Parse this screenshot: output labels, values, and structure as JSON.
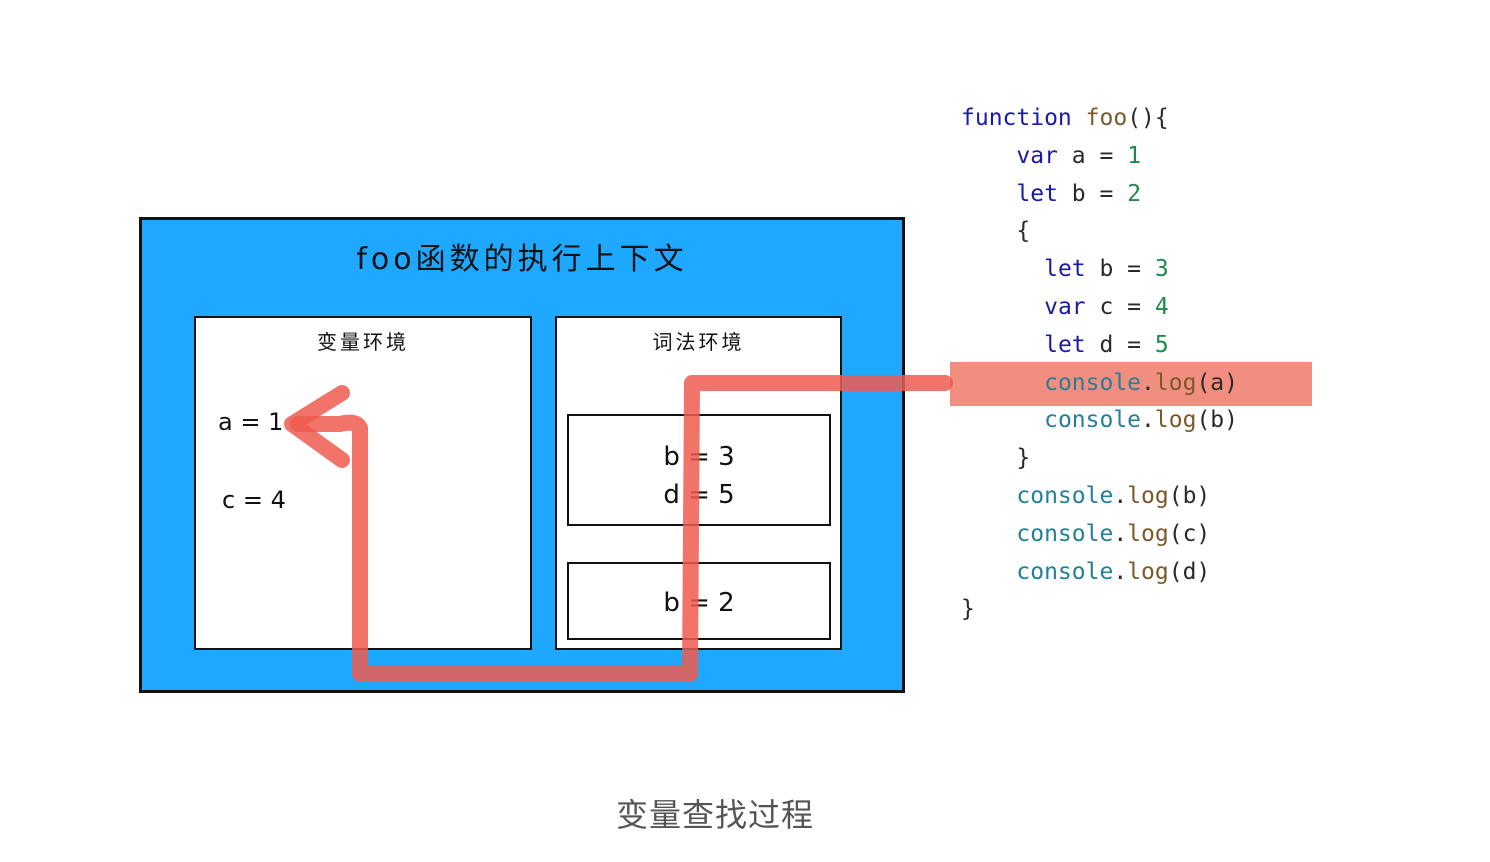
{
  "context": {
    "title": "foo函数的执行上下文",
    "variable_env": {
      "title": "变量环境",
      "vars": [
        "a = 1",
        "c = 4"
      ]
    },
    "lexical_env": {
      "title": "词法环境",
      "blocks": [
        [
          "b = 3",
          "d = 5"
        ],
        [
          "b = 2"
        ]
      ]
    }
  },
  "code": {
    "lines": [
      {
        "indent": "",
        "tokens": [
          {
            "t": "kw",
            "v": "function"
          },
          {
            "t": "p",
            "v": " "
          },
          {
            "t": "fn",
            "v": "foo"
          },
          {
            "t": "p",
            "v": "(){"
          }
        ]
      },
      {
        "indent": "    ",
        "tokens": [
          {
            "t": "kw",
            "v": "var"
          },
          {
            "t": "p",
            "v": " a = "
          },
          {
            "t": "num",
            "v": "1"
          }
        ]
      },
      {
        "indent": "    ",
        "tokens": [
          {
            "t": "kw",
            "v": "let"
          },
          {
            "t": "p",
            "v": " b = "
          },
          {
            "t": "num",
            "v": "2"
          }
        ]
      },
      {
        "indent": "    ",
        "tokens": [
          {
            "t": "p",
            "v": "{"
          }
        ]
      },
      {
        "indent": "      ",
        "tokens": [
          {
            "t": "kw",
            "v": "let"
          },
          {
            "t": "p",
            "v": " b = "
          },
          {
            "t": "num",
            "v": "3"
          }
        ]
      },
      {
        "indent": "      ",
        "tokens": [
          {
            "t": "kw",
            "v": "var"
          },
          {
            "t": "p",
            "v": " c = "
          },
          {
            "t": "num",
            "v": "4"
          }
        ]
      },
      {
        "indent": "      ",
        "tokens": [
          {
            "t": "kw",
            "v": "let"
          },
          {
            "t": "p",
            "v": " d = "
          },
          {
            "t": "num",
            "v": "5"
          }
        ]
      },
      {
        "indent": "      ",
        "tokens": [
          {
            "t": "obj",
            "v": "console"
          },
          {
            "t": "p",
            "v": "."
          },
          {
            "t": "mth",
            "v": "log"
          },
          {
            "t": "p",
            "v": "(a)"
          }
        ]
      },
      {
        "indent": "      ",
        "tokens": [
          {
            "t": "obj",
            "v": "console"
          },
          {
            "t": "p",
            "v": "."
          },
          {
            "t": "mth",
            "v": "log"
          },
          {
            "t": "p",
            "v": "(b)"
          }
        ]
      },
      {
        "indent": "    ",
        "tokens": [
          {
            "t": "p",
            "v": "}"
          }
        ]
      },
      {
        "indent": "    ",
        "tokens": [
          {
            "t": "obj",
            "v": "console"
          },
          {
            "t": "p",
            "v": "."
          },
          {
            "t": "mth",
            "v": "log"
          },
          {
            "t": "p",
            "v": "(b)"
          }
        ]
      },
      {
        "indent": "    ",
        "tokens": [
          {
            "t": "obj",
            "v": "console"
          },
          {
            "t": "p",
            "v": "."
          },
          {
            "t": "mth",
            "v": "log"
          },
          {
            "t": "p",
            "v": "(c)"
          }
        ]
      },
      {
        "indent": "    ",
        "tokens": [
          {
            "t": "obj",
            "v": "console"
          },
          {
            "t": "p",
            "v": "."
          },
          {
            "t": "mth",
            "v": "log"
          },
          {
            "t": "p",
            "v": "(d)"
          }
        ]
      },
      {
        "indent": "",
        "tokens": [
          {
            "t": "p",
            "v": "}"
          }
        ]
      }
    ],
    "highlighted_line": 7
  },
  "colors": {
    "context_bg": "#1ea8ff",
    "path": "#f05a4f",
    "highlight": "#f07a6a"
  },
  "caption": "变量查找过程"
}
